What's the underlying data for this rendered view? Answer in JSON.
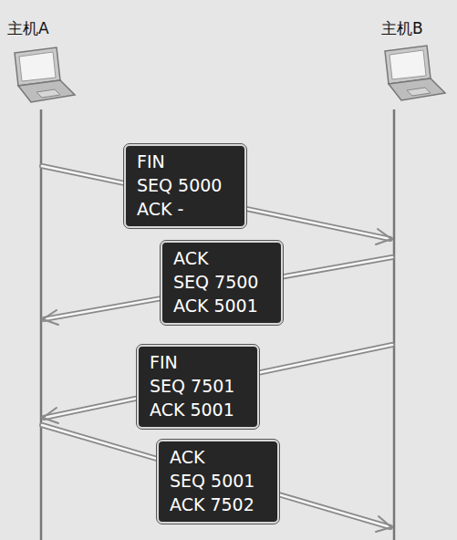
{
  "diagram": {
    "nodes": [
      {
        "text": [
          "FIN",
          "SEQ 5000",
          "ACK -"
        ]
      },
      {
        "text": [
          "ACK",
          "SEQ 7500",
          "ACK 5001"
        ]
      },
      {
        "text": [
          "FIN",
          "SEQ 7501",
          "ACK 5001"
        ]
      },
      {
        "text": [
          "ACK",
          "SEQ 5001",
          "ACK 7502"
        ]
      }
    ],
    "labels": [
      "主机A",
      "主机B"
    ]
  }
}
